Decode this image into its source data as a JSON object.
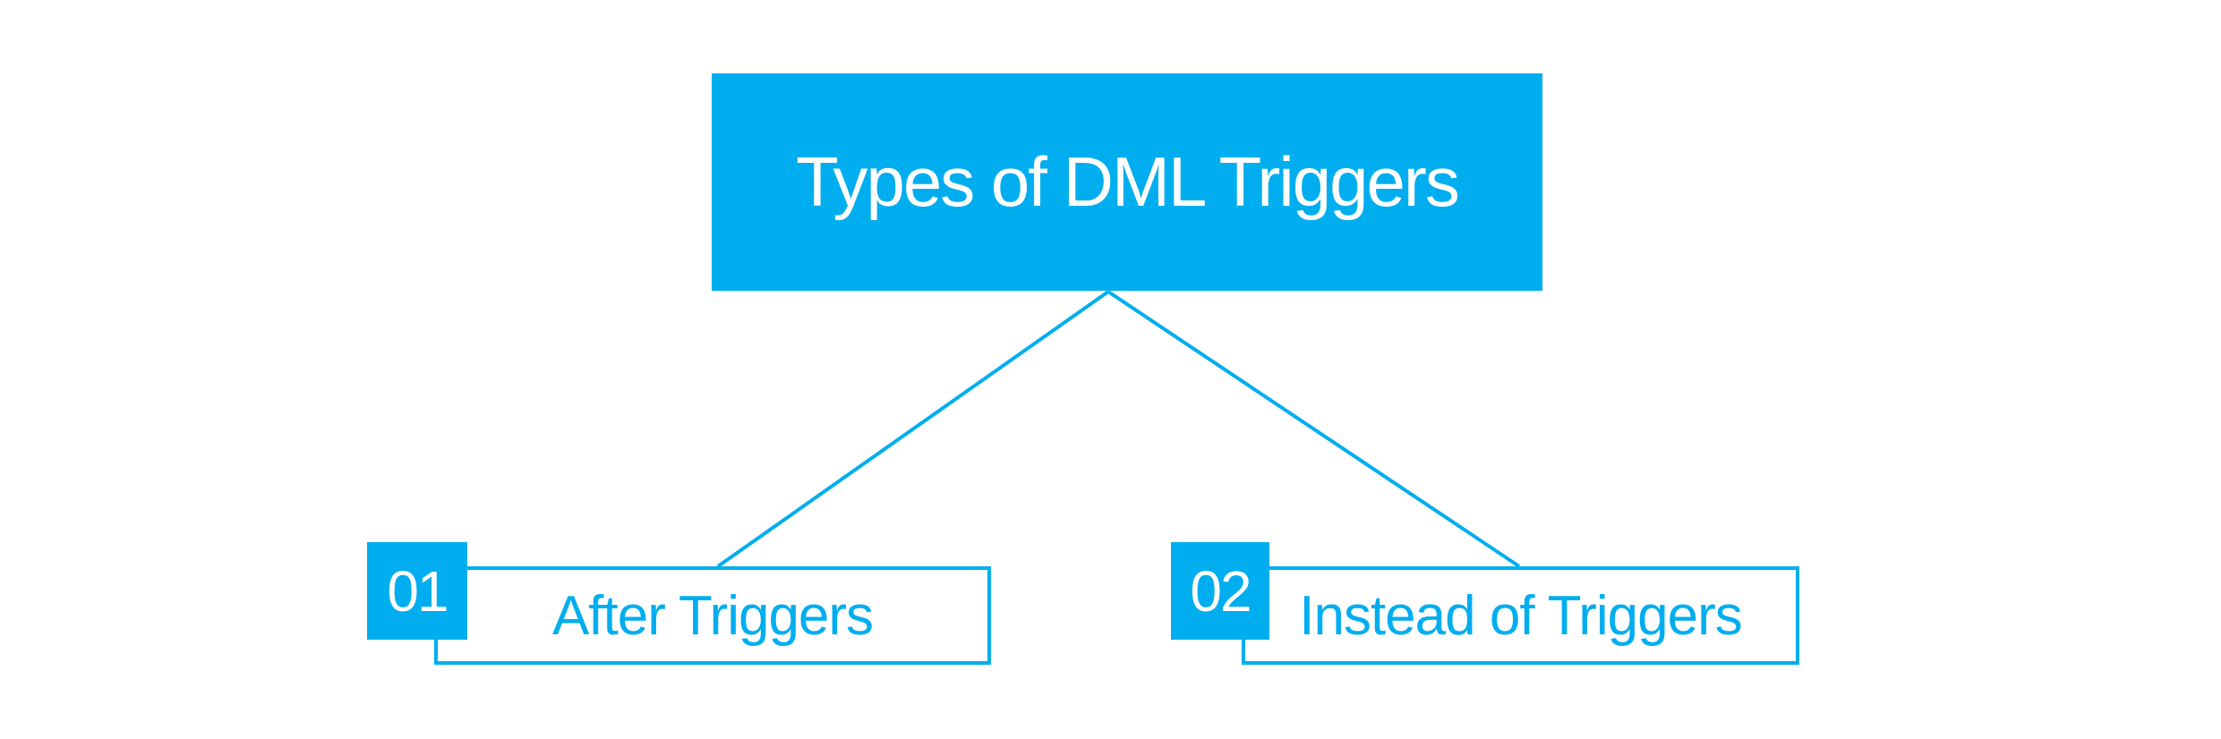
{
  "diagram": {
    "title": "Types of DML Triggers",
    "nodes": [
      {
        "number": "01",
        "label": "After Triggers"
      },
      {
        "number": "02",
        "label": "Instead of Triggers"
      }
    ]
  },
  "colors": {
    "accent": "#00AEEF",
    "background": "#FFFFFF",
    "text_on_accent": "#FFFFFF"
  }
}
